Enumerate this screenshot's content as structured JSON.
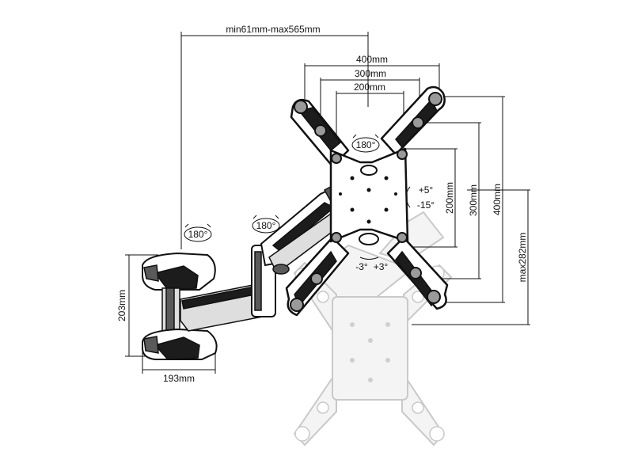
{
  "dimensions": {
    "arm_extension": "min61mm-max565mm",
    "vesa_400": "400mm",
    "vesa_300": "300mm",
    "vesa_200": "200mm",
    "vesa_200_vertical": "200mm",
    "vesa_300_vertical": "300mm",
    "vesa_400_vertical": "400mm",
    "height_adjust": "max282mm",
    "wall_plate_height": "203mm",
    "wall_plate_width": "193mm"
  },
  "rotations": {
    "tv_rotation": "180°",
    "arm_rotation": "180°",
    "wall_rotation": "180°"
  },
  "tilt": {
    "up": "+5°",
    "down": "-15°"
  },
  "swivel": {
    "left": "-3°",
    "right": "+3°"
  }
}
